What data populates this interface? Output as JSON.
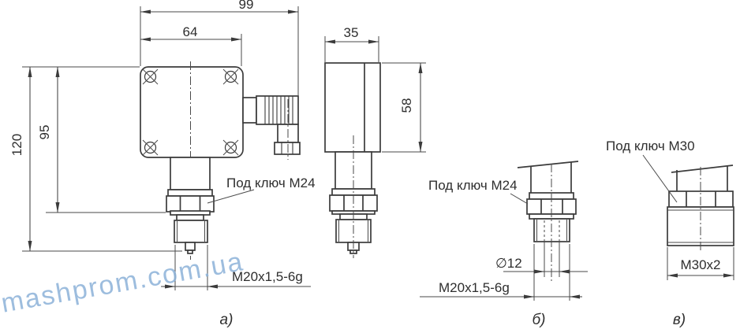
{
  "watermark": {
    "text": "mashprom.com.ua",
    "color": "#8cb2d9"
  },
  "colors": {
    "line": "#3b3b3b",
    "dim_line": "#4a4a4a",
    "text": "#2e2e2e"
  },
  "front_view": {
    "label": "а)",
    "dim_total_width": "99",
    "dim_body_width": "64",
    "dim_total_height": "120",
    "dim_height_to_hex": "95",
    "dim_thread": "M20x1,5-6g",
    "wrench_note": "Под ключ М24"
  },
  "side_view": {
    "dim_depth": "35",
    "dim_body_height": "58"
  },
  "view_b": {
    "label": "б)",
    "dim_bore": "∅12",
    "dim_thread": "M20x1,5-6g",
    "wrench_note": "Под ключ М24"
  },
  "view_v": {
    "label": "в)",
    "dim_thread": "M30x2",
    "wrench_note": "Под ключ М30"
  }
}
